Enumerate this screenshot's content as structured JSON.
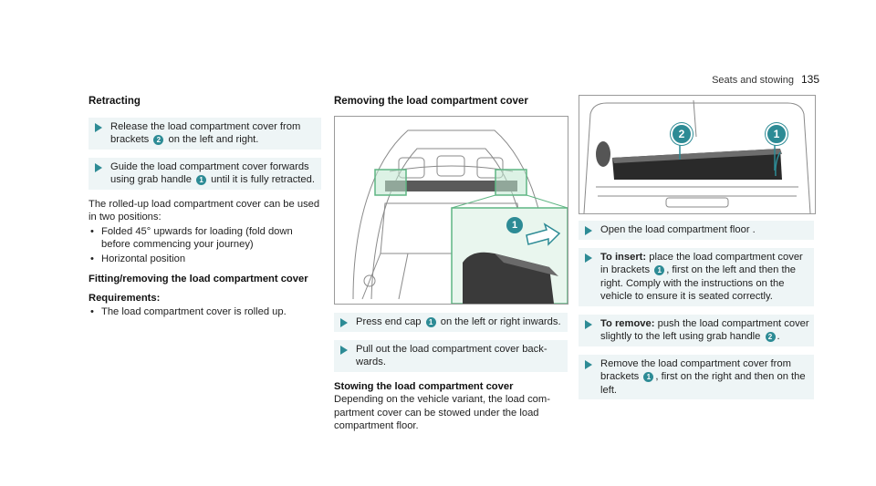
{
  "header": {
    "section": "Seats and stowing",
    "page": "135"
  },
  "col1": {
    "title": "Retracting",
    "step1_a": "Release the load compartment cover from brackets ",
    "step1_badge": "2",
    "step1_b": " on the left and right.",
    "step2_a": "Guide the load compartment cover forwards using grab handle ",
    "step2_badge": "1",
    "step2_b": " until it is fully retracted.",
    "para": "The rolled-up load compartment cover can be used in two positions:",
    "bullets": [
      "Folded 45° upwards for loading (fold down before commencing your journey)",
      "Horizontal position"
    ],
    "subtitle": "Fitting/removing the load compartment cover",
    "req_title": "Requirements:",
    "req_bullet": "The load compartment cover is rolled up."
  },
  "col2": {
    "title": "Removing the load compartment cover",
    "figure_badge": "1",
    "step1_a": "Press end cap ",
    "step1_badge": "1",
    "step1_b": " on the left or right inwards.",
    "step2": "Pull out the load compartment cover back- wards.",
    "stow_title": "Stowing the load compartment cover",
    "stow_text": "Depending on the vehicle variant, the load com- partment cover can be stowed under the load compartment floor."
  },
  "col3": {
    "figure_badges": [
      "2",
      "1"
    ],
    "step1": "Open the load compartment floor .",
    "step2_label": "To insert:",
    "step2_a": " place the load compartment cover in brackets ",
    "step2_badge": "1",
    "step2_b": ", first on the left and then the right. Comply with the instructions on the vehicle to ensure it is seated correctly.",
    "step3_label": "To remove:",
    "step3_a": " push the load compartment cover slightly to the left using grab handle ",
    "step3_badge": "2",
    "step3_b": ".",
    "step4_a": "Remove the load compartment cover from brackets ",
    "step4_badge": "1",
    "step4_b": ", first on the right and then on the left."
  },
  "colors": {
    "accent": "#2d8b95",
    "step_bg": "#eef5f6",
    "highlight": "#7ec8a0"
  },
  "icons": {
    "step": "triangle-arrow-icon",
    "bullet": "bullet-dot"
  }
}
